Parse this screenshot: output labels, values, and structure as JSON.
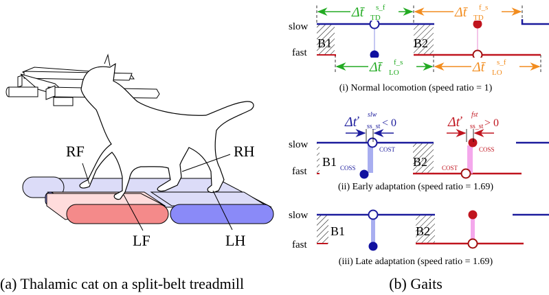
{
  "panel_a": {
    "caption": "(a) Thalamic cat on a split-belt treadmill",
    "labels": {
      "rf": "RF",
      "rh": "RH",
      "lf": "LF",
      "lh": "LH"
    }
  },
  "panel_b": {
    "caption": "(b) Gaits",
    "row_labels": {
      "slow": "slow",
      "fast": "fast"
    },
    "box_labels": {
      "b1": "B1",
      "b2": "B2"
    },
    "sub_i": {
      "caption": "(i) Normal locomotion (speed ratio = 1)",
      "td_sf": {
        "main": "Δt̄",
        "sup": "s_f",
        "sub": "TD"
      },
      "td_fs": {
        "main": "Δt̄",
        "sup": "f_s",
        "sub": "TD"
      },
      "lo_fs": {
        "main": "Δt̄",
        "sup": "f_s",
        "sub": "LO"
      },
      "lo_sf": {
        "main": "Δt̄",
        "sup": "s_f",
        "sub": "LO"
      }
    },
    "sub_ii": {
      "caption": "(ii) Early adaptation (speed ratio = 1.69)",
      "slw": {
        "main": "Δť",
        "sup": "slw",
        "sub": "ss_st",
        "rel": "< 0"
      },
      "fst": {
        "main": "Δť",
        "sup": "fst",
        "sub": "ss_st",
        "rel": "> 0"
      },
      "cost": "COST",
      "coss": "COSS"
    },
    "sub_iii": {
      "caption": "(iii) Late adaptation (speed ratio = 1.69)"
    },
    "colors": {
      "slow": "#1a1a9c",
      "fast": "#c0141e",
      "green": "#22aa22",
      "orange": "#f28c1e",
      "blue_band": "#a8aef0",
      "pink_band": "#f4a8ec"
    }
  }
}
